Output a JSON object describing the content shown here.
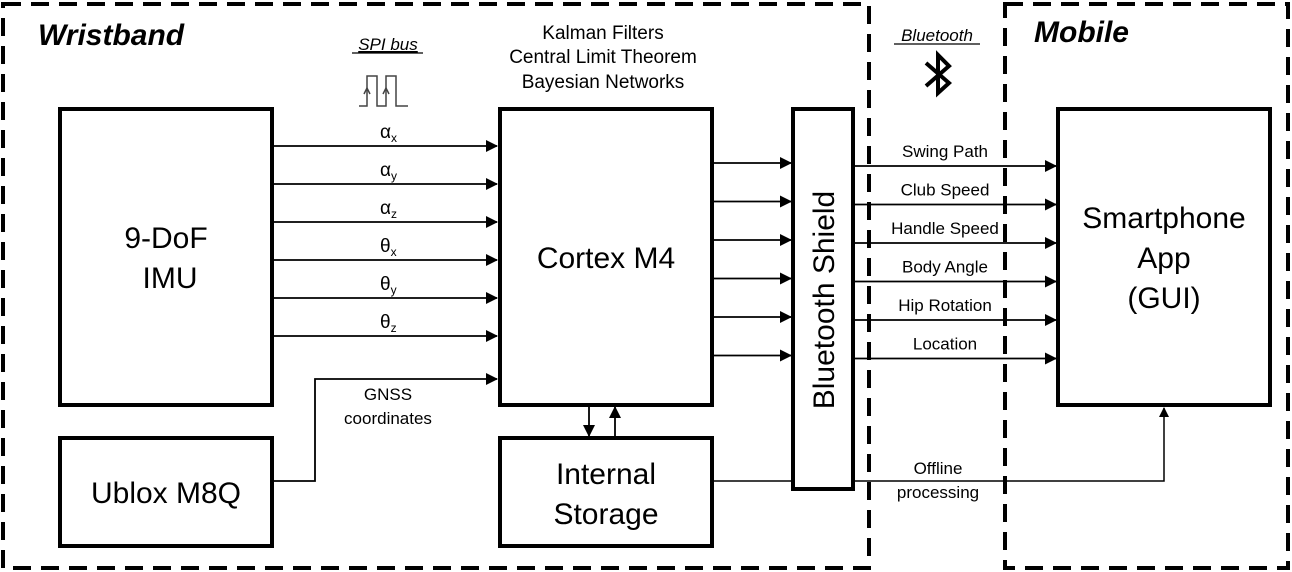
{
  "regions": {
    "wristband": "Wristband",
    "mobile": "Mobile",
    "bluetooth_link": "Bluetooth",
    "spi_bus": "SPI bus"
  },
  "algorithms": [
    "Kalman Filters",
    "Central Limit Theorem",
    "Bayesian Networks"
  ],
  "blocks": {
    "imu": [
      "9-DoF",
      "IMU"
    ],
    "gnss_module": "Ublox M8Q",
    "mcu": "Cortex M4",
    "storage": [
      "Internal",
      "Storage"
    ],
    "bt_shield": "Bluetooth Shield",
    "app": [
      "Smartphone",
      "App",
      "(GUI)"
    ]
  },
  "imu_signals": [
    {
      "base": "α",
      "sub": "x"
    },
    {
      "base": "α",
      "sub": "y"
    },
    {
      "base": "α",
      "sub": "z"
    },
    {
      "base": "θ",
      "sub": "x"
    },
    {
      "base": "θ",
      "sub": "y"
    },
    {
      "base": "θ",
      "sub": "z"
    }
  ],
  "gnss_label": [
    "GNSS",
    "coordinates"
  ],
  "outputs": [
    "Swing Path",
    "Club Speed",
    "Handle Speed",
    "Body Angle",
    "Hip Rotation",
    "Location"
  ],
  "offline_label": [
    "Offline",
    "processing"
  ],
  "icons": {
    "bluetooth": "bluetooth-icon",
    "spi": "square-wave-icon"
  }
}
